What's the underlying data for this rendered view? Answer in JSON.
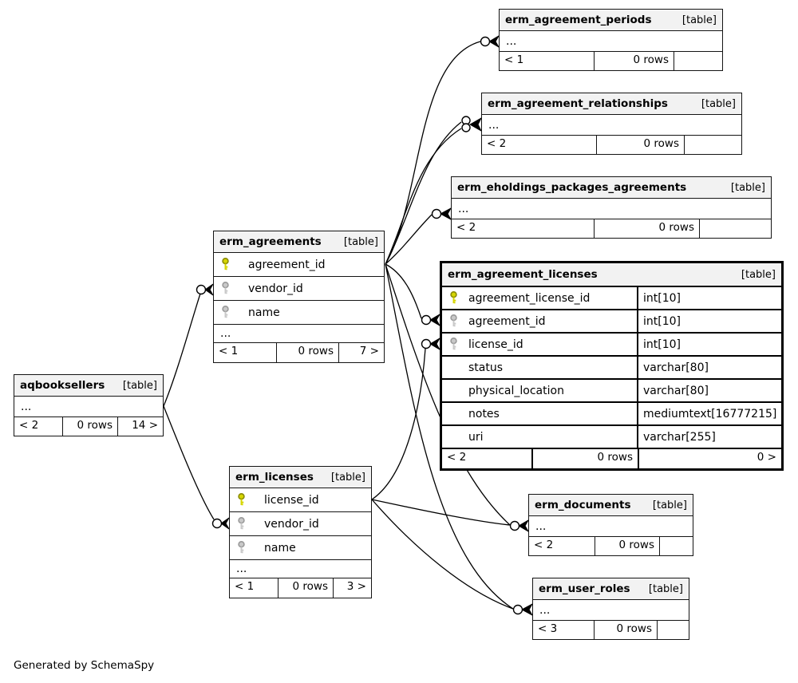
{
  "diagram": "SchemaSpy entity-relationship diagram",
  "credit": "Generated by SchemaSpy",
  "table_badge": "[table]",
  "ellipsis": "...",
  "colors": {
    "primary_key": "#d6d600",
    "foreign_key": "#c9c9c9",
    "header_bg": "#f2f2f2",
    "line": "#000000"
  },
  "tables": {
    "periods": {
      "name": "erm_agreement_periods",
      "footer": [
        "< 1",
        "0 rows",
        ""
      ]
    },
    "relationships": {
      "name": "erm_agreement_relationships",
      "footer": [
        "< 2",
        "0 rows",
        ""
      ]
    },
    "eholdings": {
      "name": "erm_eholdings_packages_agreements",
      "footer": [
        "< 2",
        "0 rows",
        ""
      ]
    },
    "agreement_licenses": {
      "name": "erm_agreement_licenses",
      "columns": [
        {
          "name": "agreement_license_id",
          "type": "int[10]",
          "key": "primary"
        },
        {
          "name": "agreement_id",
          "type": "int[10]",
          "key": "foreign"
        },
        {
          "name": "license_id",
          "type": "int[10]",
          "key": "foreign"
        },
        {
          "name": "status",
          "type": "varchar[80]",
          "key": ""
        },
        {
          "name": "physical_location",
          "type": "varchar[80]",
          "key": ""
        },
        {
          "name": "notes",
          "type": "mediumtext[16777215]",
          "key": ""
        },
        {
          "name": "uri",
          "type": "varchar[255]",
          "key": ""
        }
      ],
      "footer": [
        "< 2",
        "0 rows",
        "0 >"
      ]
    },
    "agreements": {
      "name": "erm_agreements",
      "columns": [
        {
          "name": "agreement_id",
          "key": "primary"
        },
        {
          "name": "vendor_id",
          "key": "foreign"
        },
        {
          "name": "name",
          "key": "foreign"
        }
      ],
      "footer": [
        "< 1",
        "0 rows",
        "7 >"
      ]
    },
    "aqbooksellers": {
      "name": "aqbooksellers",
      "footer": [
        "< 2",
        "0 rows",
        "14 >"
      ]
    },
    "licenses": {
      "name": "erm_licenses",
      "columns": [
        {
          "name": "license_id",
          "key": "primary"
        },
        {
          "name": "vendor_id",
          "key": "foreign"
        },
        {
          "name": "name",
          "key": "foreign"
        }
      ],
      "footer": [
        "< 1",
        "0 rows",
        "3 >"
      ]
    },
    "documents": {
      "name": "erm_documents",
      "footer": [
        "< 2",
        "0 rows",
        ""
      ]
    },
    "user_roles": {
      "name": "erm_user_roles",
      "footer": [
        "< 3",
        "0 rows",
        ""
      ]
    }
  }
}
